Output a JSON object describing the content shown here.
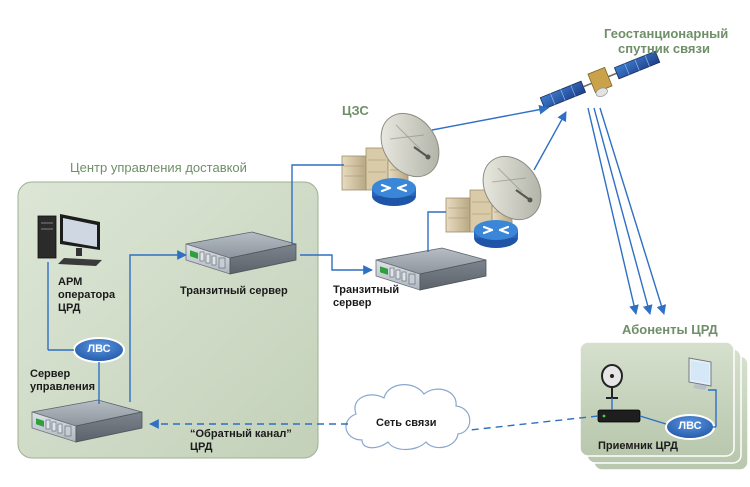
{
  "satellite": {
    "label_line1": "Геостанционарный",
    "label_line2": "спутник связи"
  },
  "uplink": {
    "label": "ЦЗС"
  },
  "center": {
    "title": "Центр управления доставкой"
  },
  "workstation": {
    "line1": "АРМ",
    "line2": "оператора",
    "line3": "ЦРД"
  },
  "lan_center": {
    "label": "ЛВС"
  },
  "control_server": {
    "line1": "Сервер",
    "line2": "управления"
  },
  "transit_server_1": {
    "label": "Транзитный сервер"
  },
  "transit_server_2": {
    "line1": "Транзитный",
    "line2": "сервер"
  },
  "return_channel": {
    "line1": "“Обратный канал”",
    "line2": "ЦРД"
  },
  "network": {
    "label": "Сеть связи"
  },
  "subscribers": {
    "title": "Абоненты ЦРД",
    "receiver_label": "Приемник ЦРД",
    "lan_label": "ЛВС"
  },
  "colors": {
    "link": "#2f6fc4",
    "panel": "#cdd9c4",
    "title": "#6f8f68",
    "lan_fill": "#2f6cc0"
  },
  "icons": [
    "satellite-icon",
    "dish-antenna-icon",
    "router-icon",
    "server-icon",
    "workstation-icon",
    "cloud-icon",
    "satellite-dish-icon",
    "monitor-icon"
  ]
}
